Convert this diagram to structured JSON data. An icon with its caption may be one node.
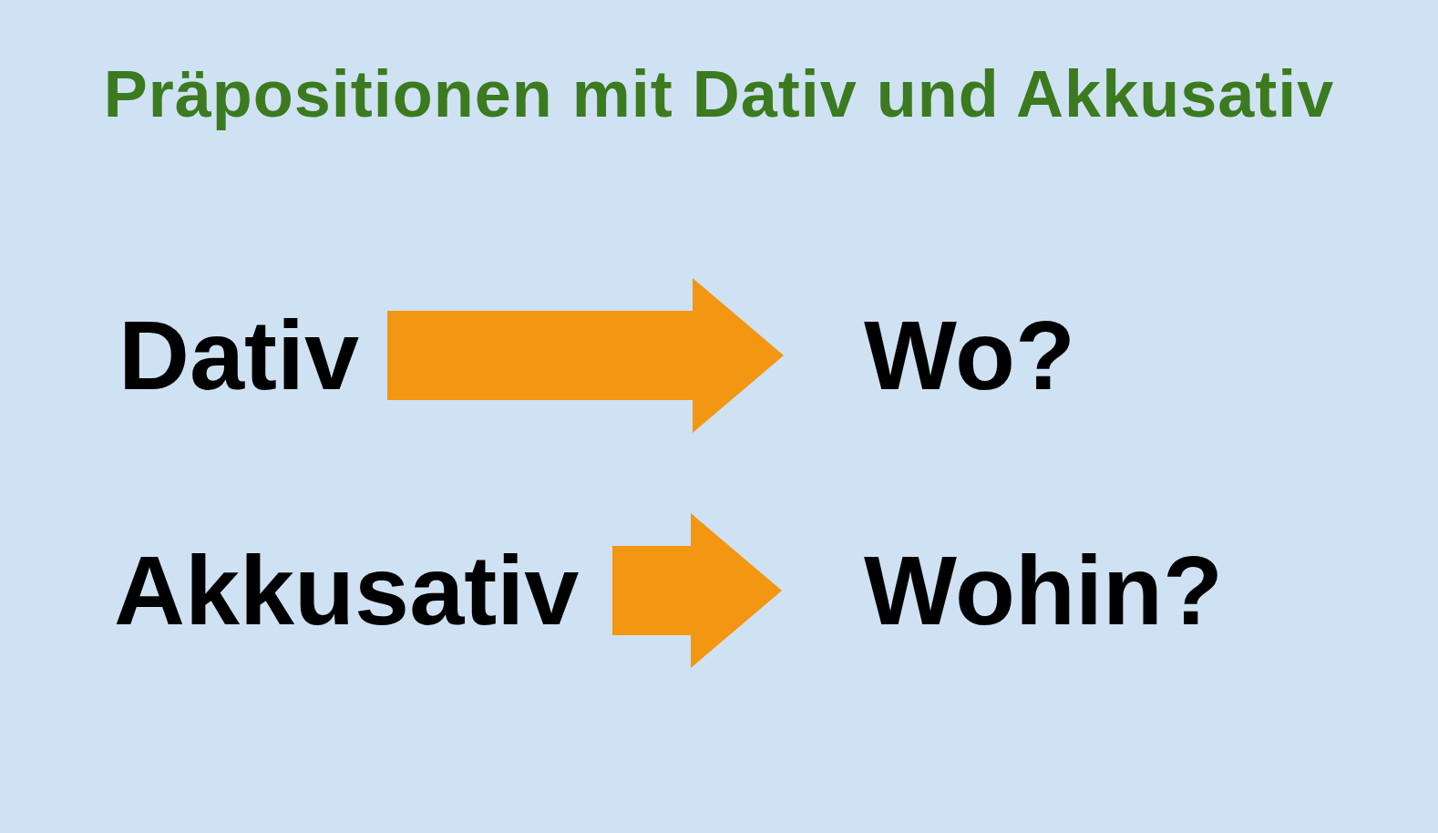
{
  "diagram": {
    "title": "Präpositionen mit Dativ und Akkusativ",
    "nodes": [
      {
        "text": [
          "Dativ"
        ]
      },
      {
        "text": [
          "Wo?"
        ]
      },
      {
        "text": [
          "Akkusativ"
        ]
      },
      {
        "text": [
          "Wohin?"
        ]
      }
    ],
    "edges": [
      {
        "from": 0,
        "to": 1,
        "arrow": "to"
      },
      {
        "from": 2,
        "to": 3,
        "arrow": "to"
      }
    ]
  }
}
